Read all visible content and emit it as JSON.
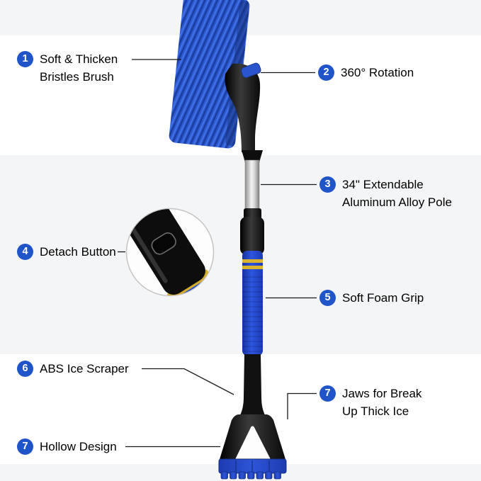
{
  "callouts": [
    {
      "num": "1",
      "label": "Soft & Thicken Bristles Brush"
    },
    {
      "num": "2",
      "label": "360° Rotation"
    },
    {
      "num": "3",
      "label": "34\" Extendable Aluminum Alloy Pole"
    },
    {
      "num": "4",
      "label": "Detach Button"
    },
    {
      "num": "5",
      "label": "Soft Foam Grip"
    },
    {
      "num": "6",
      "label": "ABS Ice Scraper"
    },
    {
      "num": "7",
      "label": "Jaws for Break Up Thick Ice"
    },
    {
      "num": "7",
      "label": "Hollow Design"
    }
  ],
  "colors": {
    "badge_blue": "#1f55c8",
    "brush_blue": "#2e5bd3",
    "grip_blue": "#2246c2",
    "stripe_gold": "#d9b52f",
    "pole_silver": "#d9d9d9",
    "plastic_black": "#141414",
    "leader_line": "#1a1a1a",
    "text": "#000000",
    "band_gray": "#f4f5f6",
    "background": "#ffffff"
  }
}
